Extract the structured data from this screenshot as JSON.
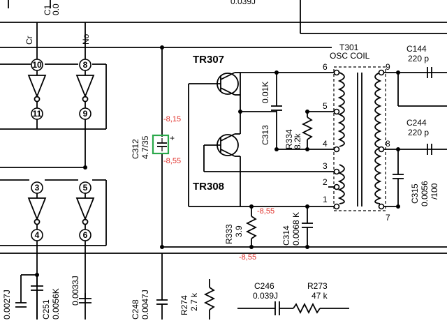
{
  "schematic": {
    "top_labels": {
      "cr": "Cr",
      "no": "No",
      "c1_partial": "C1",
      "c1_value_partial": "0.0",
      "top_value_partial": "0.039J"
    },
    "pins": {
      "p10": "10",
      "p8": "8",
      "p11": "11",
      "p9": "9",
      "p3": "3",
      "p5": "5",
      "p4": "4",
      "p6": "6"
    },
    "transistors": {
      "tr307": "TR307",
      "tr308": "TR308"
    },
    "c312": {
      "ref": "C312",
      "value": "4.7/35"
    },
    "c313": {
      "ref": "C313",
      "value": "0.01K"
    },
    "r334": {
      "ref": "R334",
      "value": "8.2k"
    },
    "r333": {
      "ref": "R333",
      "value": "3.9"
    },
    "c314": {
      "ref": "C314",
      "value": "0.0068 K"
    },
    "t301": {
      "ref": "T301",
      "name": "OSC COIL",
      "pins": [
        "6",
        "5",
        "4",
        "3",
        "2",
        "1",
        "9",
        "8",
        "7"
      ]
    },
    "c144": {
      "ref": "C144",
      "value": "220 p"
    },
    "c244": {
      "ref": "C244",
      "value": "220 p"
    },
    "c315": {
      "ref": "C315",
      "value": "0.0056 /100"
    },
    "bottom": {
      "c_left_value": "0.0027J",
      "c251": {
        "ref": "C251",
        "value": "0.0056K"
      },
      "c_mid_value": "0.0033J",
      "c248": {
        "ref": "C248",
        "value": "0.0047J"
      },
      "r274": {
        "ref": "R274",
        "value": "2.7 k"
      },
      "c246": {
        "ref": "C246",
        "value": "0.039J"
      },
      "r273": {
        "ref": "R273",
        "value": "47 k"
      }
    },
    "measurements": {
      "m1": "-8,15",
      "m2": "-8,55",
      "m3": "-8,55",
      "m4": "-8,55"
    },
    "colors": {
      "ink": "#000000",
      "measurement": "#e0302a",
      "highlight": "#2aa84a"
    }
  }
}
